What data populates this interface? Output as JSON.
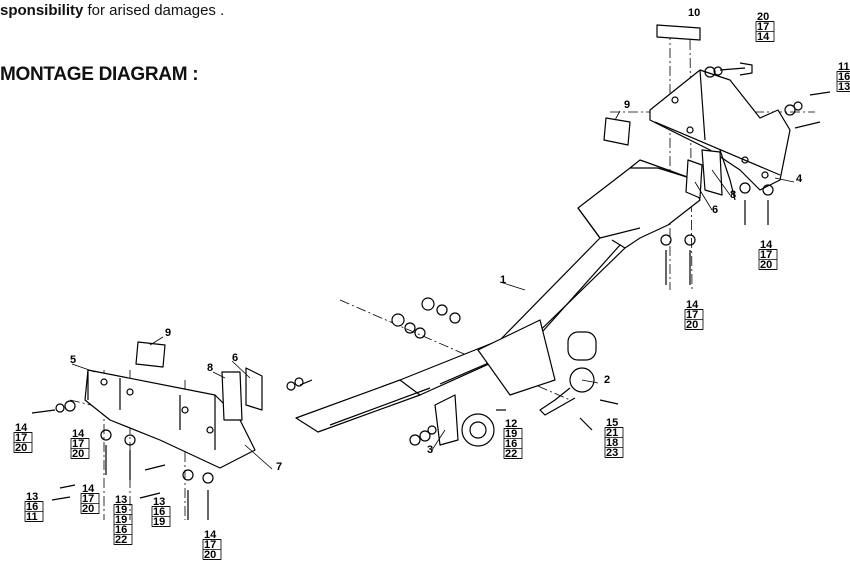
{
  "header": {
    "bold_fragment": "sponsibility",
    "rest": " for arised damages .",
    "title": "MONTAGE DIAGRAM :"
  },
  "labels": {
    "l1": "1",
    "l2": "2",
    "l3": "3",
    "l4": "4",
    "l5": "5",
    "l6a": "6",
    "l6b": "6",
    "l7": "7",
    "l8a": "8",
    "l8b": "8",
    "l9a": "9",
    "l9b": "9",
    "l10": "10",
    "tr": [
      "20",
      "17",
      "14"
    ],
    "rr": [
      "11",
      "16",
      "13"
    ],
    "rm": [
      "14",
      "17",
      "20"
    ],
    "cm": [
      "14",
      "17",
      "20"
    ],
    "p12": [
      "12",
      "19",
      "16",
      "22"
    ],
    "p15": [
      "15",
      "21",
      "18",
      "23"
    ],
    "la": [
      "14",
      "17",
      "20"
    ],
    "lb": [
      "14",
      "17",
      "20"
    ],
    "lc": [
      "13",
      "16",
      "11"
    ],
    "ld": [
      "14",
      "17",
      "20"
    ],
    "le": [
      "13",
      "19",
      "19",
      "16",
      "22"
    ],
    "lf": [
      "13",
      "16",
      "19"
    ],
    "lg": [
      "14",
      "17",
      "20"
    ]
  }
}
